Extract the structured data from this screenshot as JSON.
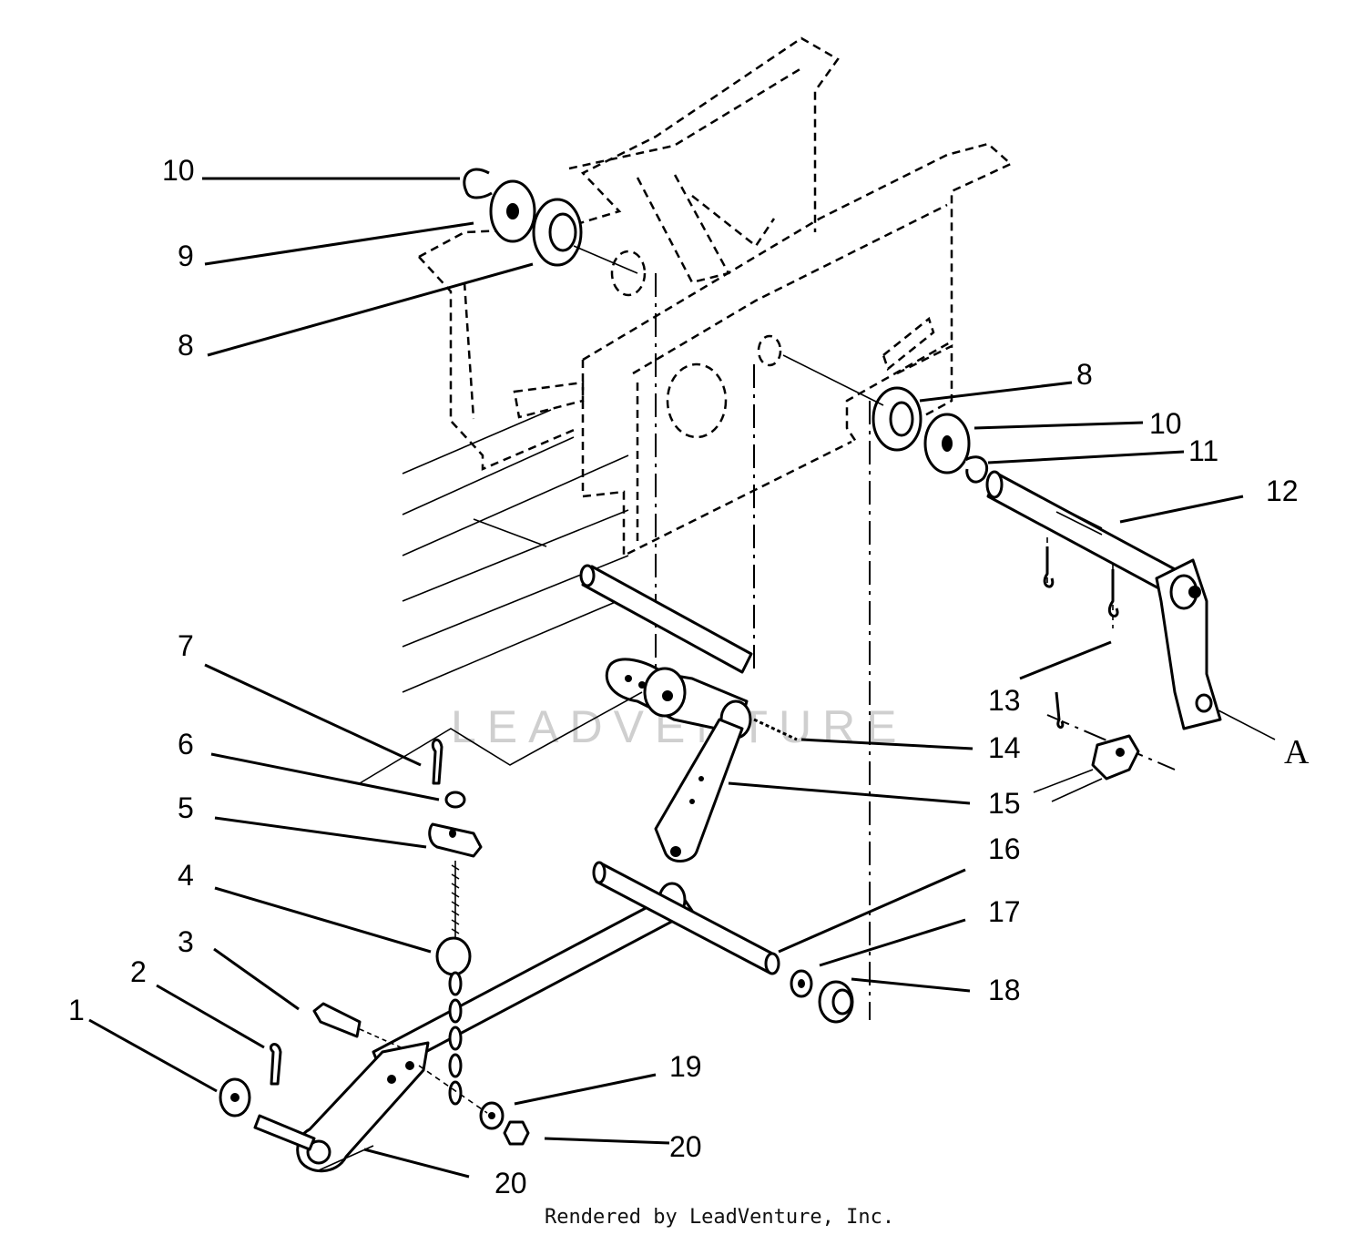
{
  "callouts": [
    {
      "id": "1",
      "label": "1"
    },
    {
      "id": "2",
      "label": "2"
    },
    {
      "id": "3",
      "label": "3"
    },
    {
      "id": "4",
      "label": "4"
    },
    {
      "id": "5",
      "label": "5"
    },
    {
      "id": "6",
      "label": "6"
    },
    {
      "id": "7",
      "label": "7"
    },
    {
      "id": "8a",
      "label": "8"
    },
    {
      "id": "8b",
      "label": "8"
    },
    {
      "id": "9a",
      "label": "9"
    },
    {
      "id": "9b",
      "label": "9"
    },
    {
      "id": "10a",
      "label": "10"
    },
    {
      "id": "10b",
      "label": "10"
    },
    {
      "id": "11",
      "label": "11"
    },
    {
      "id": "12",
      "label": "12"
    },
    {
      "id": "13",
      "label": "13"
    },
    {
      "id": "14",
      "label": "14"
    },
    {
      "id": "15",
      "label": "15"
    },
    {
      "id": "16",
      "label": "16"
    },
    {
      "id": "17",
      "label": "17"
    },
    {
      "id": "18",
      "label": "18"
    },
    {
      "id": "19",
      "label": "19"
    },
    {
      "id": "20",
      "label": "20"
    }
  ],
  "reference_mark": "A",
  "watermark": "LEADVENTURE",
  "footer": "Rendered by LeadVenture, Inc."
}
